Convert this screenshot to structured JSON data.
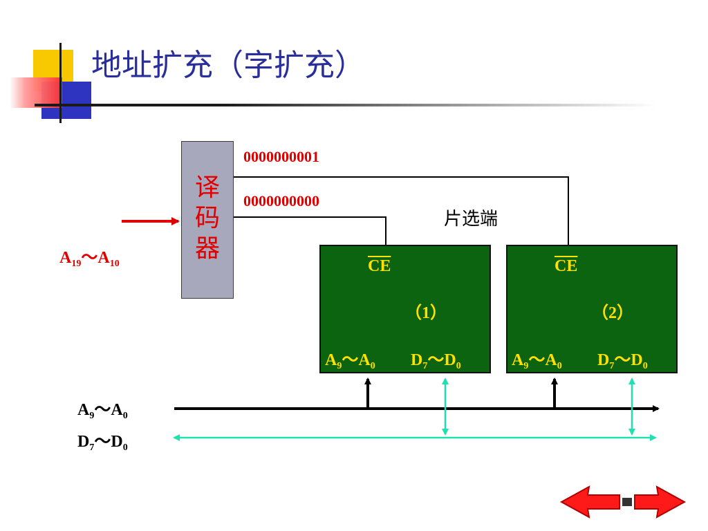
{
  "title": "地址扩充（字扩充）",
  "decoder": {
    "label_lines": [
      "译",
      "码",
      "器"
    ]
  },
  "decoder_input": {
    "addr_prefix": "A",
    "from_sub": "19",
    "tilde": "～",
    "to_prefix": "A",
    "to_sub": "10"
  },
  "codes": {
    "top": "0000000001",
    "bottom": "0000000000"
  },
  "chip_select_label": "片选端",
  "chips": [
    {
      "ce": "CE",
      "number": "（1）",
      "addr_prefix": "A",
      "addr_from_sub": "9",
      "addr_to_prefix": "A",
      "addr_to_sub": "0",
      "data_prefix": "D",
      "data_from_sub": "7",
      "data_to_prefix": "D",
      "data_to_sub": "0",
      "tilde": "～"
    },
    {
      "ce": "CE",
      "number": "（2）",
      "addr_prefix": "A",
      "addr_from_sub": "9",
      "addr_to_prefix": "A",
      "addr_to_sub": "0",
      "data_prefix": "D",
      "data_from_sub": "7",
      "data_to_prefix": "D",
      "data_to_sub": "0",
      "tilde": "～"
    }
  ],
  "buses": {
    "address": {
      "prefix": "A",
      "from_sub": "9",
      "tilde": "～",
      "to_prefix": "A",
      "to_sub": "0"
    },
    "data": {
      "prefix": "D",
      "from_sub": "7",
      "tilde": "～",
      "to_prefix": "D",
      "to_sub": "0"
    }
  },
  "colors": {
    "title": "#2a2e9c",
    "decoder_fill": "#a8a8bc",
    "chip_fill": "#0c6310",
    "chip_text": "#ffe000",
    "red": "#e00000",
    "data_bus": "#20e0b0"
  },
  "nav": {
    "prev": "left-arrow-icon",
    "next": "right-arrow-icon"
  }
}
